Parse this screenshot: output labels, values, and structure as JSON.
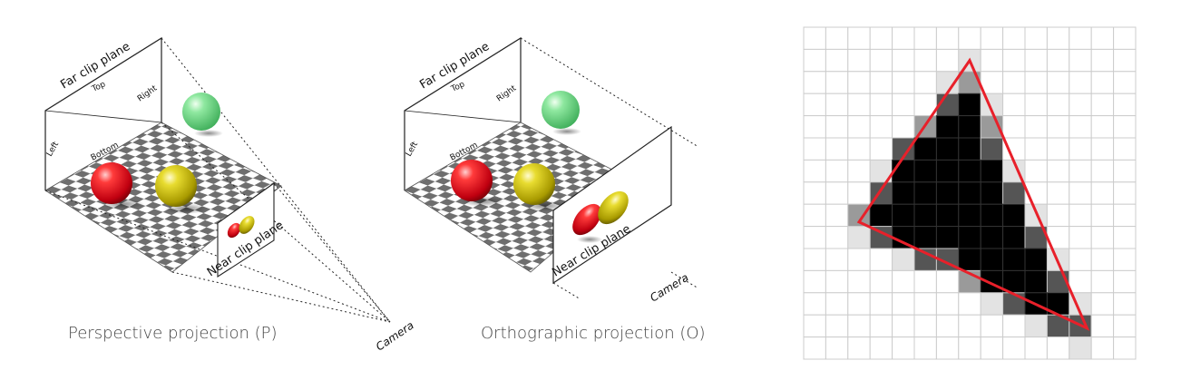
{
  "perspective": {
    "caption": "Perspective projection (P)",
    "far_label": "Far clip plane",
    "near_label": "Near clip plane",
    "top": "Top",
    "right": "Right",
    "left": "Left",
    "bottom": "Bottom",
    "camera": "Camera"
  },
  "orthographic": {
    "caption": "Orthographic projection (O)",
    "far_label": "Far clip plane",
    "near_label": "Near clip plane",
    "top": "Top",
    "right": "Right",
    "left": "Left",
    "bottom": "Bottom",
    "camera": "Camera"
  },
  "raster": {
    "colors": {
      "edge": "#e8202a",
      "full": "#000000",
      "dark": "#555555",
      "mid": "#9a9a9a",
      "light": "#e3e3e3",
      "grid": "#cccccc"
    },
    "cells": [
      [
        0,
        0,
        0,
        0,
        0,
        0,
        0,
        0,
        0,
        0,
        0,
        0,
        0,
        0,
        0
      ],
      [
        0,
        0,
        0,
        0,
        0,
        0,
        0,
        1,
        0,
        0,
        0,
        0,
        0,
        0,
        0
      ],
      [
        0,
        0,
        0,
        0,
        0,
        0,
        1,
        2,
        0,
        0,
        0,
        0,
        0,
        0,
        0
      ],
      [
        0,
        0,
        0,
        0,
        0,
        0,
        3,
        4,
        1,
        0,
        0,
        0,
        0,
        0,
        0
      ],
      [
        0,
        0,
        0,
        0,
        0,
        2,
        4,
        4,
        2,
        0,
        0,
        0,
        0,
        0,
        0
      ],
      [
        0,
        0,
        0,
        0,
        3,
        4,
        4,
        4,
        3,
        0,
        0,
        0,
        0,
        0,
        0
      ],
      [
        0,
        0,
        0,
        1,
        4,
        4,
        4,
        4,
        4,
        1,
        0,
        0,
        0,
        0,
        0
      ],
      [
        0,
        0,
        0,
        3,
        4,
        4,
        4,
        4,
        4,
        3,
        0,
        0,
        0,
        0,
        0
      ],
      [
        0,
        0,
        2,
        4,
        4,
        4,
        4,
        4,
        4,
        4,
        1,
        0,
        0,
        0,
        0
      ],
      [
        0,
        0,
        1,
        3,
        4,
        4,
        4,
        4,
        4,
        4,
        3,
        0,
        0,
        0,
        0
      ],
      [
        0,
        0,
        0,
        0,
        1,
        3,
        3,
        4,
        4,
        4,
        4,
        1,
        0,
        0,
        0
      ],
      [
        0,
        0,
        0,
        0,
        0,
        0,
        0,
        2,
        4,
        4,
        4,
        3,
        0,
        0,
        0
      ],
      [
        0,
        0,
        0,
        0,
        0,
        0,
        0,
        0,
        1,
        3,
        4,
        4,
        1,
        0,
        0
      ],
      [
        0,
        0,
        0,
        0,
        0,
        0,
        0,
        0,
        0,
        0,
        1,
        3,
        3,
        0,
        0
      ],
      [
        0,
        0,
        0,
        0,
        0,
        0,
        0,
        0,
        0,
        0,
        0,
        0,
        1,
        0,
        0
      ]
    ]
  }
}
